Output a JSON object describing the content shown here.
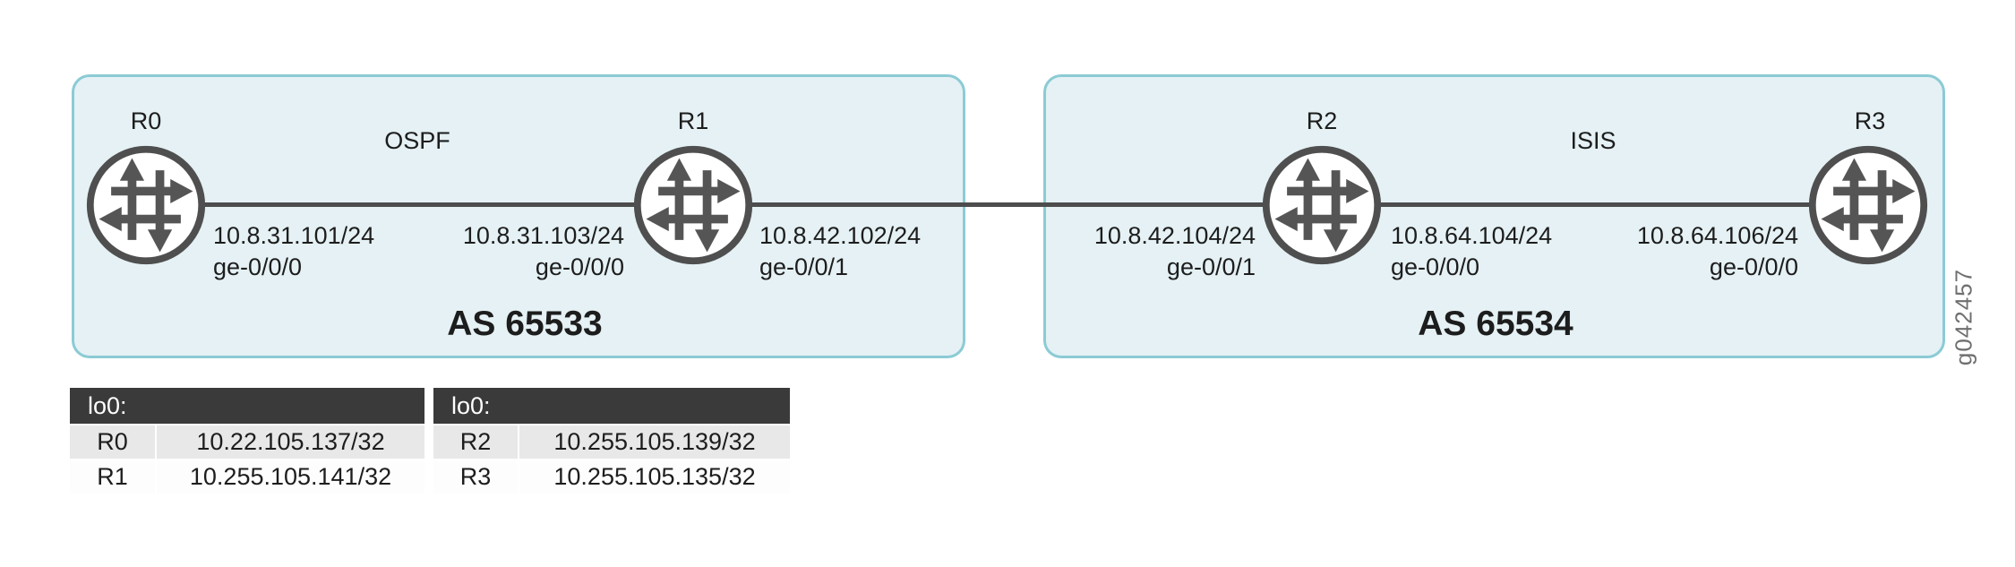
{
  "diagram": {
    "figure_id": "g042457",
    "as_boxes": [
      {
        "label": "AS 65533",
        "protocol": "OSPF"
      },
      {
        "label": "AS 65534",
        "protocol": "ISIS"
      }
    ],
    "routers": [
      {
        "name": "R0"
      },
      {
        "name": "R1"
      },
      {
        "name": "R2"
      },
      {
        "name": "R3"
      }
    ],
    "interface_labels": [
      {
        "ip": "10.8.31.101/24",
        "intf": "ge-0/0/0"
      },
      {
        "ip": "10.8.31.103/24",
        "intf": "ge-0/0/0"
      },
      {
        "ip": "10.8.42.102/24",
        "intf": "ge-0/0/1"
      },
      {
        "ip": "10.8.42.104/24",
        "intf": "ge-0/0/1"
      },
      {
        "ip": "10.8.64.104/24",
        "intf": "ge-0/0/0"
      },
      {
        "ip": "10.8.64.106/24",
        "intf": "ge-0/0/0"
      }
    ]
  },
  "tables": [
    {
      "header": "lo0:",
      "rows": [
        [
          "R0",
          "10.22.105.137/32"
        ],
        [
          "R1",
          "10.255.105.141/32"
        ]
      ]
    },
    {
      "header": "lo0:",
      "rows": [
        [
          "R2",
          "10.255.105.139/32"
        ],
        [
          "R3",
          "10.255.105.135/32"
        ]
      ]
    }
  ],
  "colors": {
    "box_fill": "#e5f1f4",
    "box_border": "#8bcbd5",
    "link_line": "#4d4d4d",
    "router_stroke": "#4f4f4f",
    "table_header_bg": "#3a3a3a",
    "table_row_alt_bg": "#e8e8e8",
    "text": "#1d1d1d",
    "figure_id_text": "#6f6f6f"
  }
}
